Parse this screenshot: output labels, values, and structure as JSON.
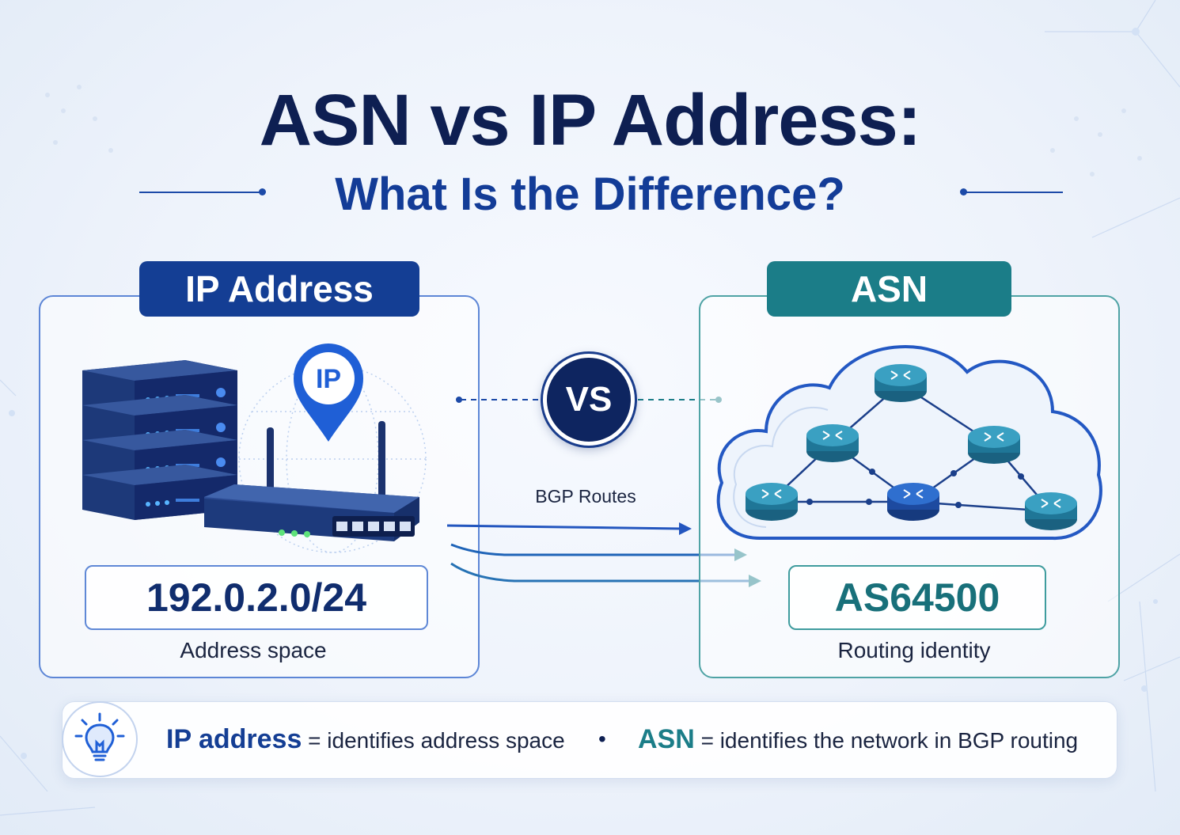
{
  "header": {
    "title": "ASN vs IP Address:",
    "subtitle": "What Is the Difference?"
  },
  "left_panel": {
    "tab_label": "IP Address",
    "pin_label": "IP",
    "value": "192.0.2.0/24",
    "caption": "Address space"
  },
  "right_panel": {
    "tab_label": "ASN",
    "value": "AS64500",
    "caption": "Routing identity"
  },
  "center": {
    "vs_label": "VS",
    "routes_label": "BGP Routes"
  },
  "summary": {
    "ip_term": "IP address",
    "ip_definition": "= identifies address space",
    "separator": "•",
    "asn_term": "ASN",
    "asn_definition": "= identifies the network in BGP routing"
  },
  "icons": {
    "bulb": "lightbulb-icon",
    "server": "server-rack-icon",
    "router": "wifi-router-icon",
    "pin": "location-pin-icon",
    "cloud": "cloud-network-icon"
  },
  "colors": {
    "navy": "#0e1f52",
    "ip_blue": "#143e94",
    "asn_teal": "#1b7d88"
  }
}
